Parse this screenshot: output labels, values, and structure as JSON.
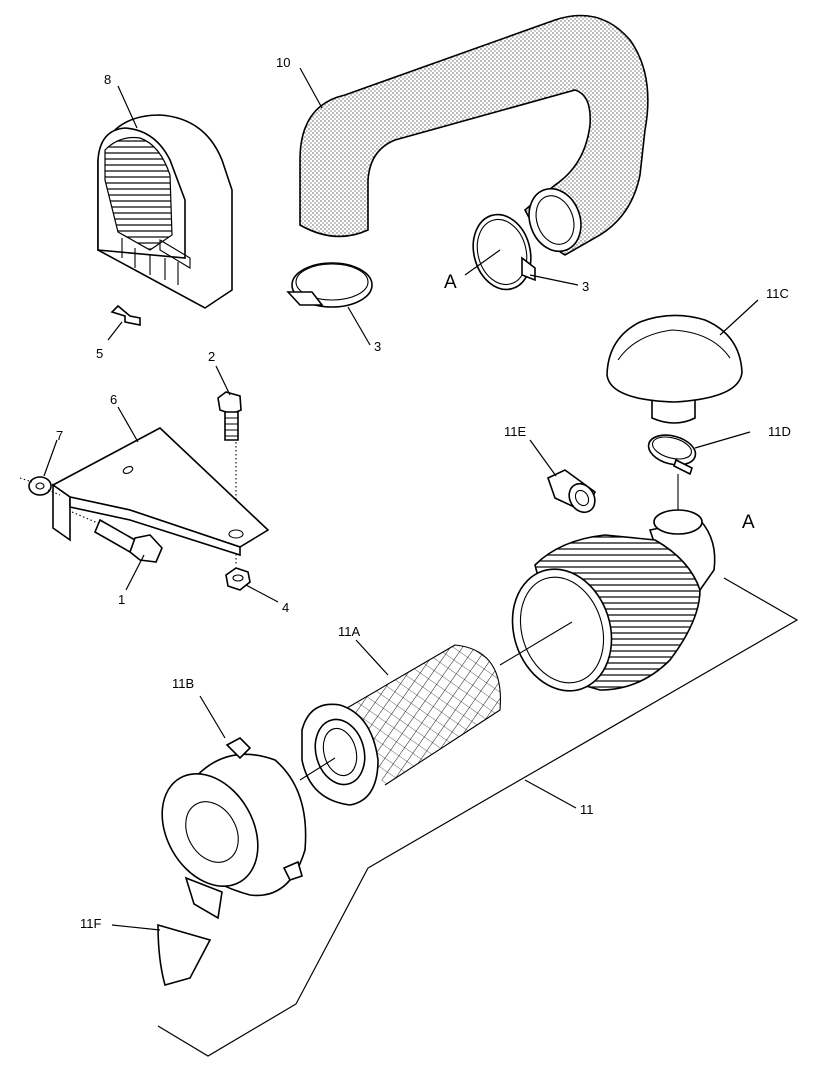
{
  "labels": {
    "p1": "1",
    "p2": "2",
    "p3a": "3",
    "p3b": "3",
    "p4": "4",
    "p5": "5",
    "p6": "6",
    "p7": "7",
    "p8": "8",
    "p10": "10",
    "p11": "11",
    "p11a": "11A",
    "p11b": "11B",
    "p11c": "11C",
    "p11d": "11D",
    "p11e": "11E",
    "p11f": "11F",
    "refA1": "A",
    "refA2": "A"
  }
}
